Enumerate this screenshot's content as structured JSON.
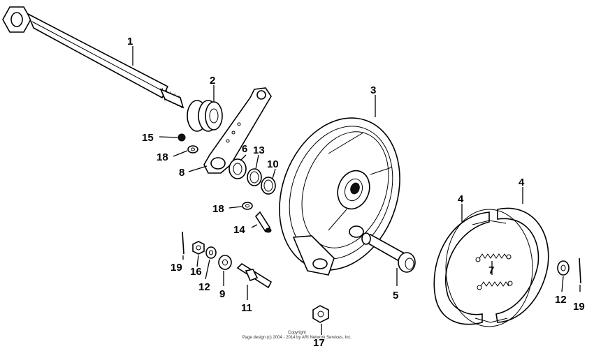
{
  "callouts": {
    "c1": "1",
    "c2": "2",
    "c3": "3",
    "c4a": "4",
    "c4b": "4",
    "c5": "5",
    "c6": "6",
    "c7": "7",
    "c8": "8",
    "c9": "9",
    "c10": "10",
    "c11": "11",
    "c12a": "12",
    "c12b": "12",
    "c13": "13",
    "c14": "14",
    "c15": "15",
    "c16": "16",
    "c17": "17",
    "c18a": "18",
    "c18b": "18",
    "c19a": "19",
    "c19b": "19"
  },
  "copyright": {
    "line1": "Copyright",
    "line2": "Page design (c) 2004 - 2014 by ARI Network Services, Inc."
  }
}
